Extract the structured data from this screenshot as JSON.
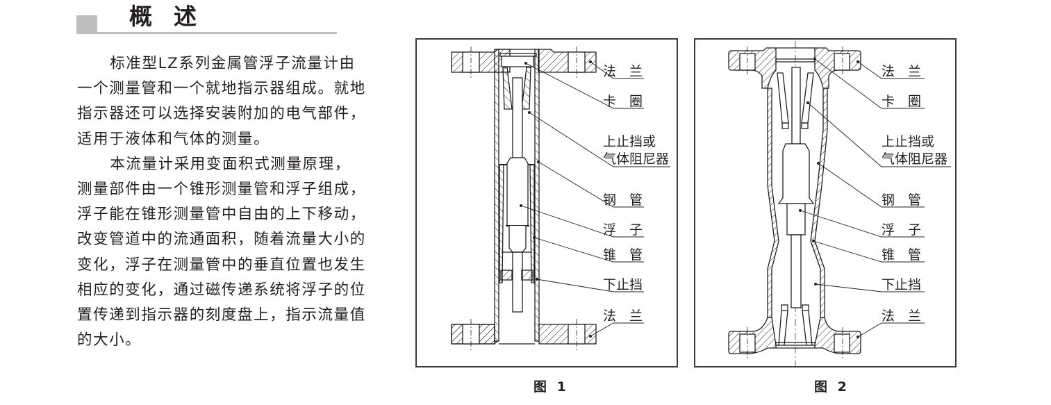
{
  "section": {
    "title": "概述"
  },
  "body": {
    "paragraphs": [
      "标准型LZ系列金属管浮子流量计由一个测量管和一个就地指示器组成。就地指示器还可以选择安装附加的电气部件，适用于液体和气体的测量。",
      "本流量计采用变面积式测量原理，测量部件由一个锥形测量管和浮子组成，浮子能在锥形测量管中自由的上下移动，改变管道中的流通面积，随着流量大小的变化，浮子在测量管中的垂直位置也发生相应的变化，通过磁传递系统将浮子的位置传递到指示器的刻度盘上，指示流量值的大小。"
    ],
    "lines": [
      "标准型LZ系列金属管浮子流量计由",
      "一个测量管和一个就地指示器组成。就地",
      "指示器还可以选择安装附加的电气部件，",
      "适用于液体和气体的测量。",
      "本流量计采用变面积式测量原理，",
      "测量部件由一个锥形测量管和浮子组成，",
      "浮子能在锥形测量管中自由的上下移动，",
      "改变管道中的流通面积，随着流量大小的",
      "变化，浮子在测量管中的垂直位置也发生",
      "相应的变化，通过磁传递系统将浮子的位",
      "置传递到指示器的刻度盘上，指示流量值",
      "的大小。"
    ]
  },
  "figures": [
    {
      "caption": "图 1",
      "labels": {
        "flange_top": "法　兰",
        "snap_ring": "卡　圈",
        "upper_stop_1": "上止挡或",
        "upper_stop_2": "气体阻尼器",
        "steel_tube": "钢　管",
        "float": "浮　子",
        "cone_tube": "锥　管",
        "lower_stop": "下止挡",
        "flange_bottom": "法　兰"
      }
    },
    {
      "caption": "图 2",
      "labels": {
        "flange_top": "法　兰",
        "snap_ring": "卡　圈",
        "upper_stop_1": "上止挡或",
        "upper_stop_2": "气体阻尼器",
        "steel_tube": "钢　管",
        "float": "浮　子",
        "cone_tube": "锥　管",
        "lower_stop": "下止挡",
        "flange_bottom": "法　兰"
      }
    }
  ],
  "colors": {
    "text": "#231f20",
    "accent_gray": "#bcbec0",
    "frame": "#3a3a3a"
  }
}
